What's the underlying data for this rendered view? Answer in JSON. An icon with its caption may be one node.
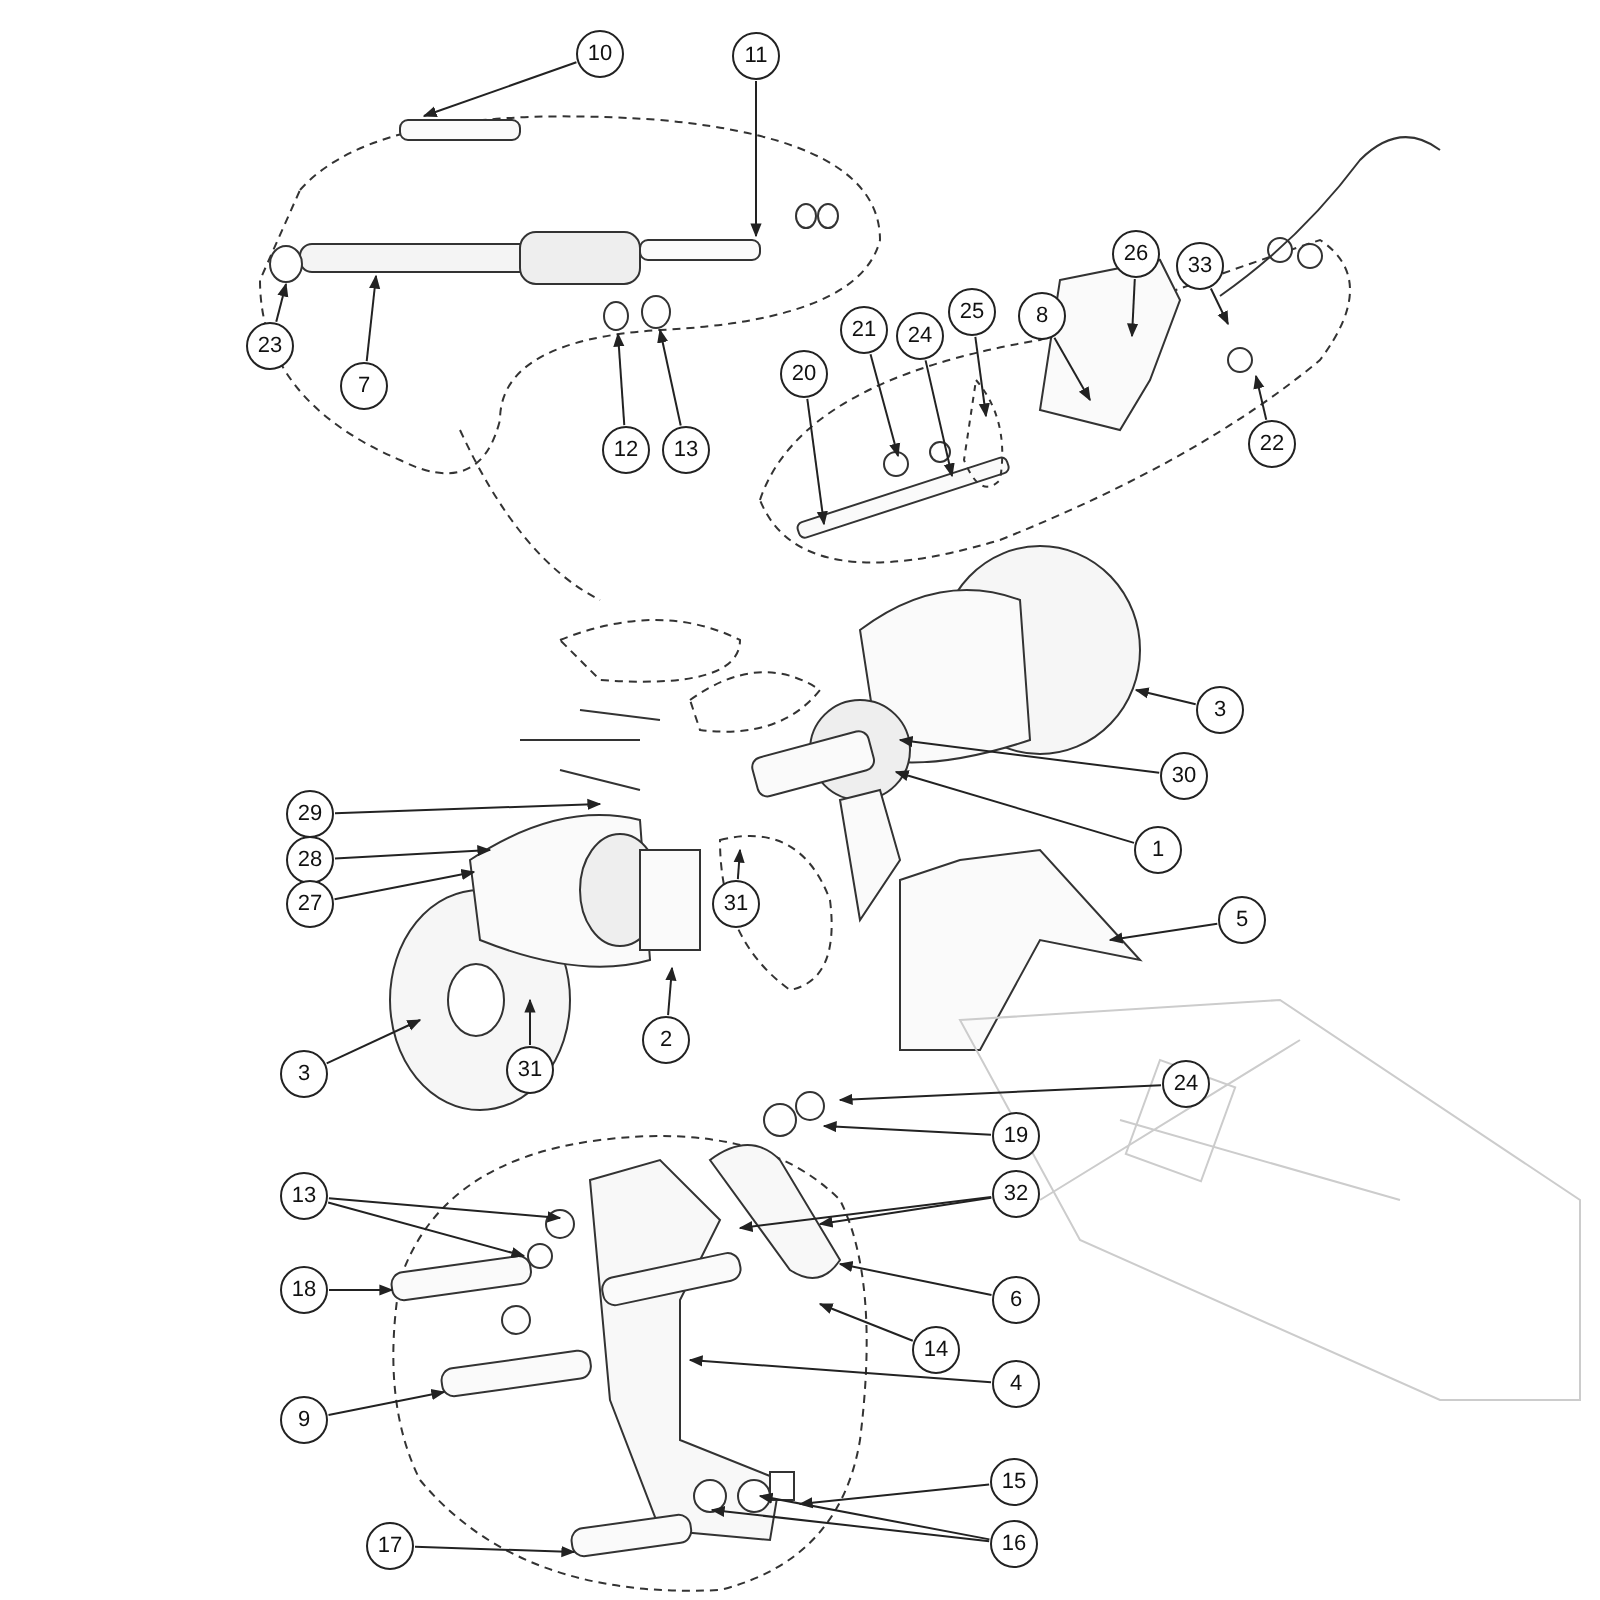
{
  "diagram": {
    "nodes": [
      {
        "text": [
          "10"
        ]
      },
      {
        "text": [
          "11"
        ]
      },
      {
        "text": [
          "26"
        ]
      },
      {
        "text": [
          "33"
        ]
      },
      {
        "text": [
          "8"
        ]
      },
      {
        "text": [
          "25"
        ]
      },
      {
        "text": [
          "24"
        ]
      },
      {
        "text": [
          "21"
        ]
      },
      {
        "text": [
          "23"
        ]
      },
      {
        "text": [
          "20"
        ]
      },
      {
        "text": [
          "7"
        ]
      },
      {
        "text": [
          "22"
        ]
      },
      {
        "text": [
          "12"
        ]
      },
      {
        "text": [
          "13"
        ]
      },
      {
        "text": [
          "3"
        ]
      },
      {
        "text": [
          "30"
        ]
      },
      {
        "text": [
          "29"
        ]
      },
      {
        "text": [
          "1"
        ]
      },
      {
        "text": [
          "28"
        ]
      },
      {
        "text": [
          "31"
        ]
      },
      {
        "text": [
          "27"
        ]
      },
      {
        "text": [
          "5"
        ]
      },
      {
        "text": [
          "2"
        ]
      },
      {
        "text": [
          "3"
        ]
      },
      {
        "text": [
          "31"
        ]
      },
      {
        "text": [
          "24"
        ]
      },
      {
        "text": [
          "19"
        ]
      },
      {
        "text": [
          "32"
        ]
      },
      {
        "text": [
          "13"
        ]
      },
      {
        "text": [
          "18"
        ]
      },
      {
        "text": [
          "6"
        ]
      },
      {
        "text": [
          "14"
        ]
      },
      {
        "text": [
          "4"
        ]
      },
      {
        "text": [
          "9"
        ]
      },
      {
        "text": [
          "15"
        ]
      },
      {
        "text": [
          "16"
        ]
      },
      {
        "text": [
          "17"
        ]
      }
    ],
    "edges": [
      {
        "from": 0,
        "to": null,
        "arrow": "to"
      },
      {
        "from": 1,
        "to": null,
        "arrow": "to"
      },
      {
        "from": 2,
        "to": null,
        "arrow": "to"
      },
      {
        "from": 3,
        "to": null,
        "arrow": "to"
      },
      {
        "from": 4,
        "to": null,
        "arrow": "to"
      },
      {
        "from": 5,
        "to": null,
        "arrow": "to"
      },
      {
        "from": 6,
        "to": null,
        "arrow": "to"
      },
      {
        "from": 7,
        "to": null,
        "arrow": "to"
      },
      {
        "from": 8,
        "to": null,
        "arrow": "to"
      },
      {
        "from": 9,
        "to": null,
        "arrow": "to"
      },
      {
        "from": 10,
        "to": null,
        "arrow": "to"
      },
      {
        "from": 11,
        "to": null,
        "arrow": "to"
      },
      {
        "from": 12,
        "to": null,
        "arrow": "to"
      },
      {
        "from": 13,
        "to": null,
        "arrow": "to"
      },
      {
        "from": 14,
        "to": null,
        "arrow": "to"
      },
      {
        "from": 15,
        "to": null,
        "arrow": "to"
      },
      {
        "from": 16,
        "to": null,
        "arrow": "to"
      },
      {
        "from": 17,
        "to": null,
        "arrow": "to"
      },
      {
        "from": 18,
        "to": null,
        "arrow": "to"
      },
      {
        "from": 19,
        "to": null,
        "arrow": "to"
      },
      {
        "from": 20,
        "to": null,
        "arrow": "to"
      },
      {
        "from": 21,
        "to": null,
        "arrow": "to"
      },
      {
        "from": 22,
        "to": null,
        "arrow": "to"
      },
      {
        "from": 23,
        "to": null,
        "arrow": "to"
      },
      {
        "from": 24,
        "to": null,
        "arrow": "to"
      },
      {
        "from": 25,
        "to": null,
        "arrow": "to"
      },
      {
        "from": 26,
        "to": null,
        "arrow": "to"
      },
      {
        "from": 27,
        "to": null,
        "arrow": "to"
      },
      {
        "from": 27,
        "to": null,
        "arrow": "to"
      },
      {
        "from": 28,
        "to": null,
        "arrow": "to"
      },
      {
        "from": 28,
        "to": null,
        "arrow": "to"
      },
      {
        "from": 29,
        "to": null,
        "arrow": "to"
      },
      {
        "from": 30,
        "to": null,
        "arrow": "to"
      },
      {
        "from": 31,
        "to": null,
        "arrow": "to"
      },
      {
        "from": 32,
        "to": null,
        "arrow": "to"
      },
      {
        "from": 33,
        "to": null,
        "arrow": "to"
      },
      {
        "from": 34,
        "to": null,
        "arrow": "to"
      },
      {
        "from": 35,
        "to": null,
        "arrow": "to"
      },
      {
        "from": 35,
        "to": null,
        "arrow": "to"
      },
      {
        "from": 36,
        "to": null,
        "arrow": "to"
      }
    ]
  }
}
